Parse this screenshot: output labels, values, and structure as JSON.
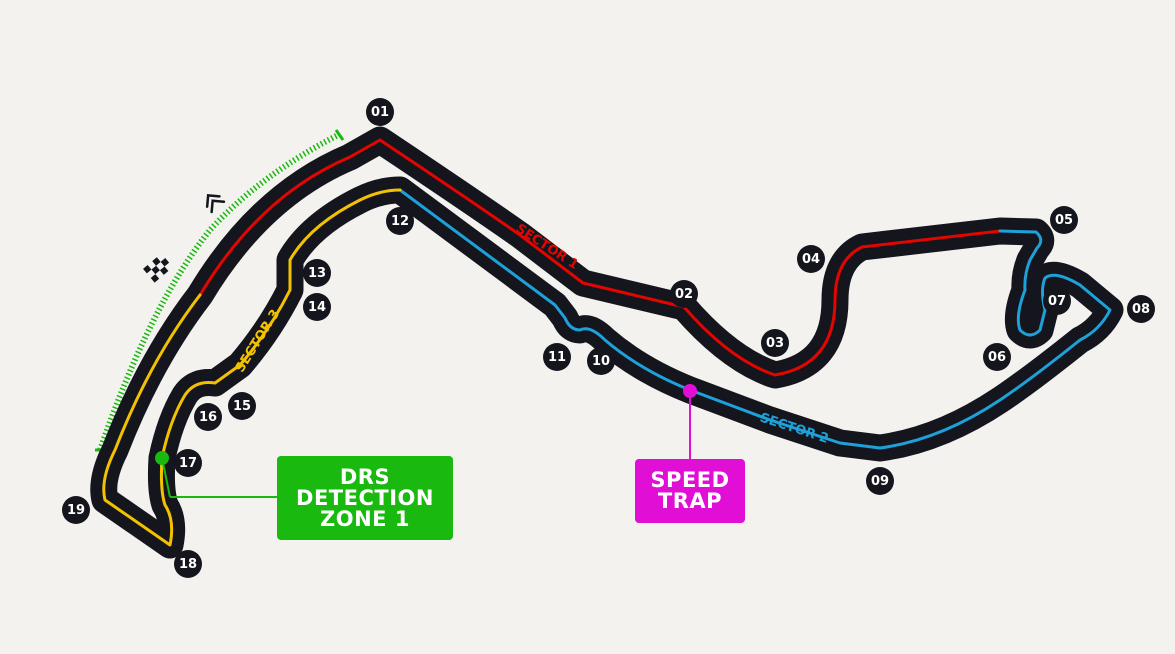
{
  "colors": {
    "background": "#f3f2ef",
    "track": "#15151e",
    "sector1": "#e10600",
    "sector2": "#1ea1d9",
    "sector3": "#f2c200",
    "drs": "#19b90f",
    "speed_trap": "#e10fd6"
  },
  "sectors": [
    {
      "id": "s1",
      "label": "SECTOR 1"
    },
    {
      "id": "s2",
      "label": "SECTOR 2"
    },
    {
      "id": "s3",
      "label": "SECTOR 3"
    }
  ],
  "turns": [
    "01",
    "02",
    "03",
    "04",
    "05",
    "06",
    "07",
    "08",
    "09",
    "10",
    "11",
    "12",
    "13",
    "14",
    "15",
    "16",
    "17",
    "18",
    "19"
  ],
  "drs_zone": {
    "lines": [
      "DRS",
      "DETECTION",
      "ZONE 1"
    ]
  },
  "speed_trap": {
    "lines": [
      "SPEED",
      "TRAP"
    ]
  },
  "icons": {
    "start_finish": "checkered-flag-icon",
    "direction": "direction-chevrons-icon"
  }
}
